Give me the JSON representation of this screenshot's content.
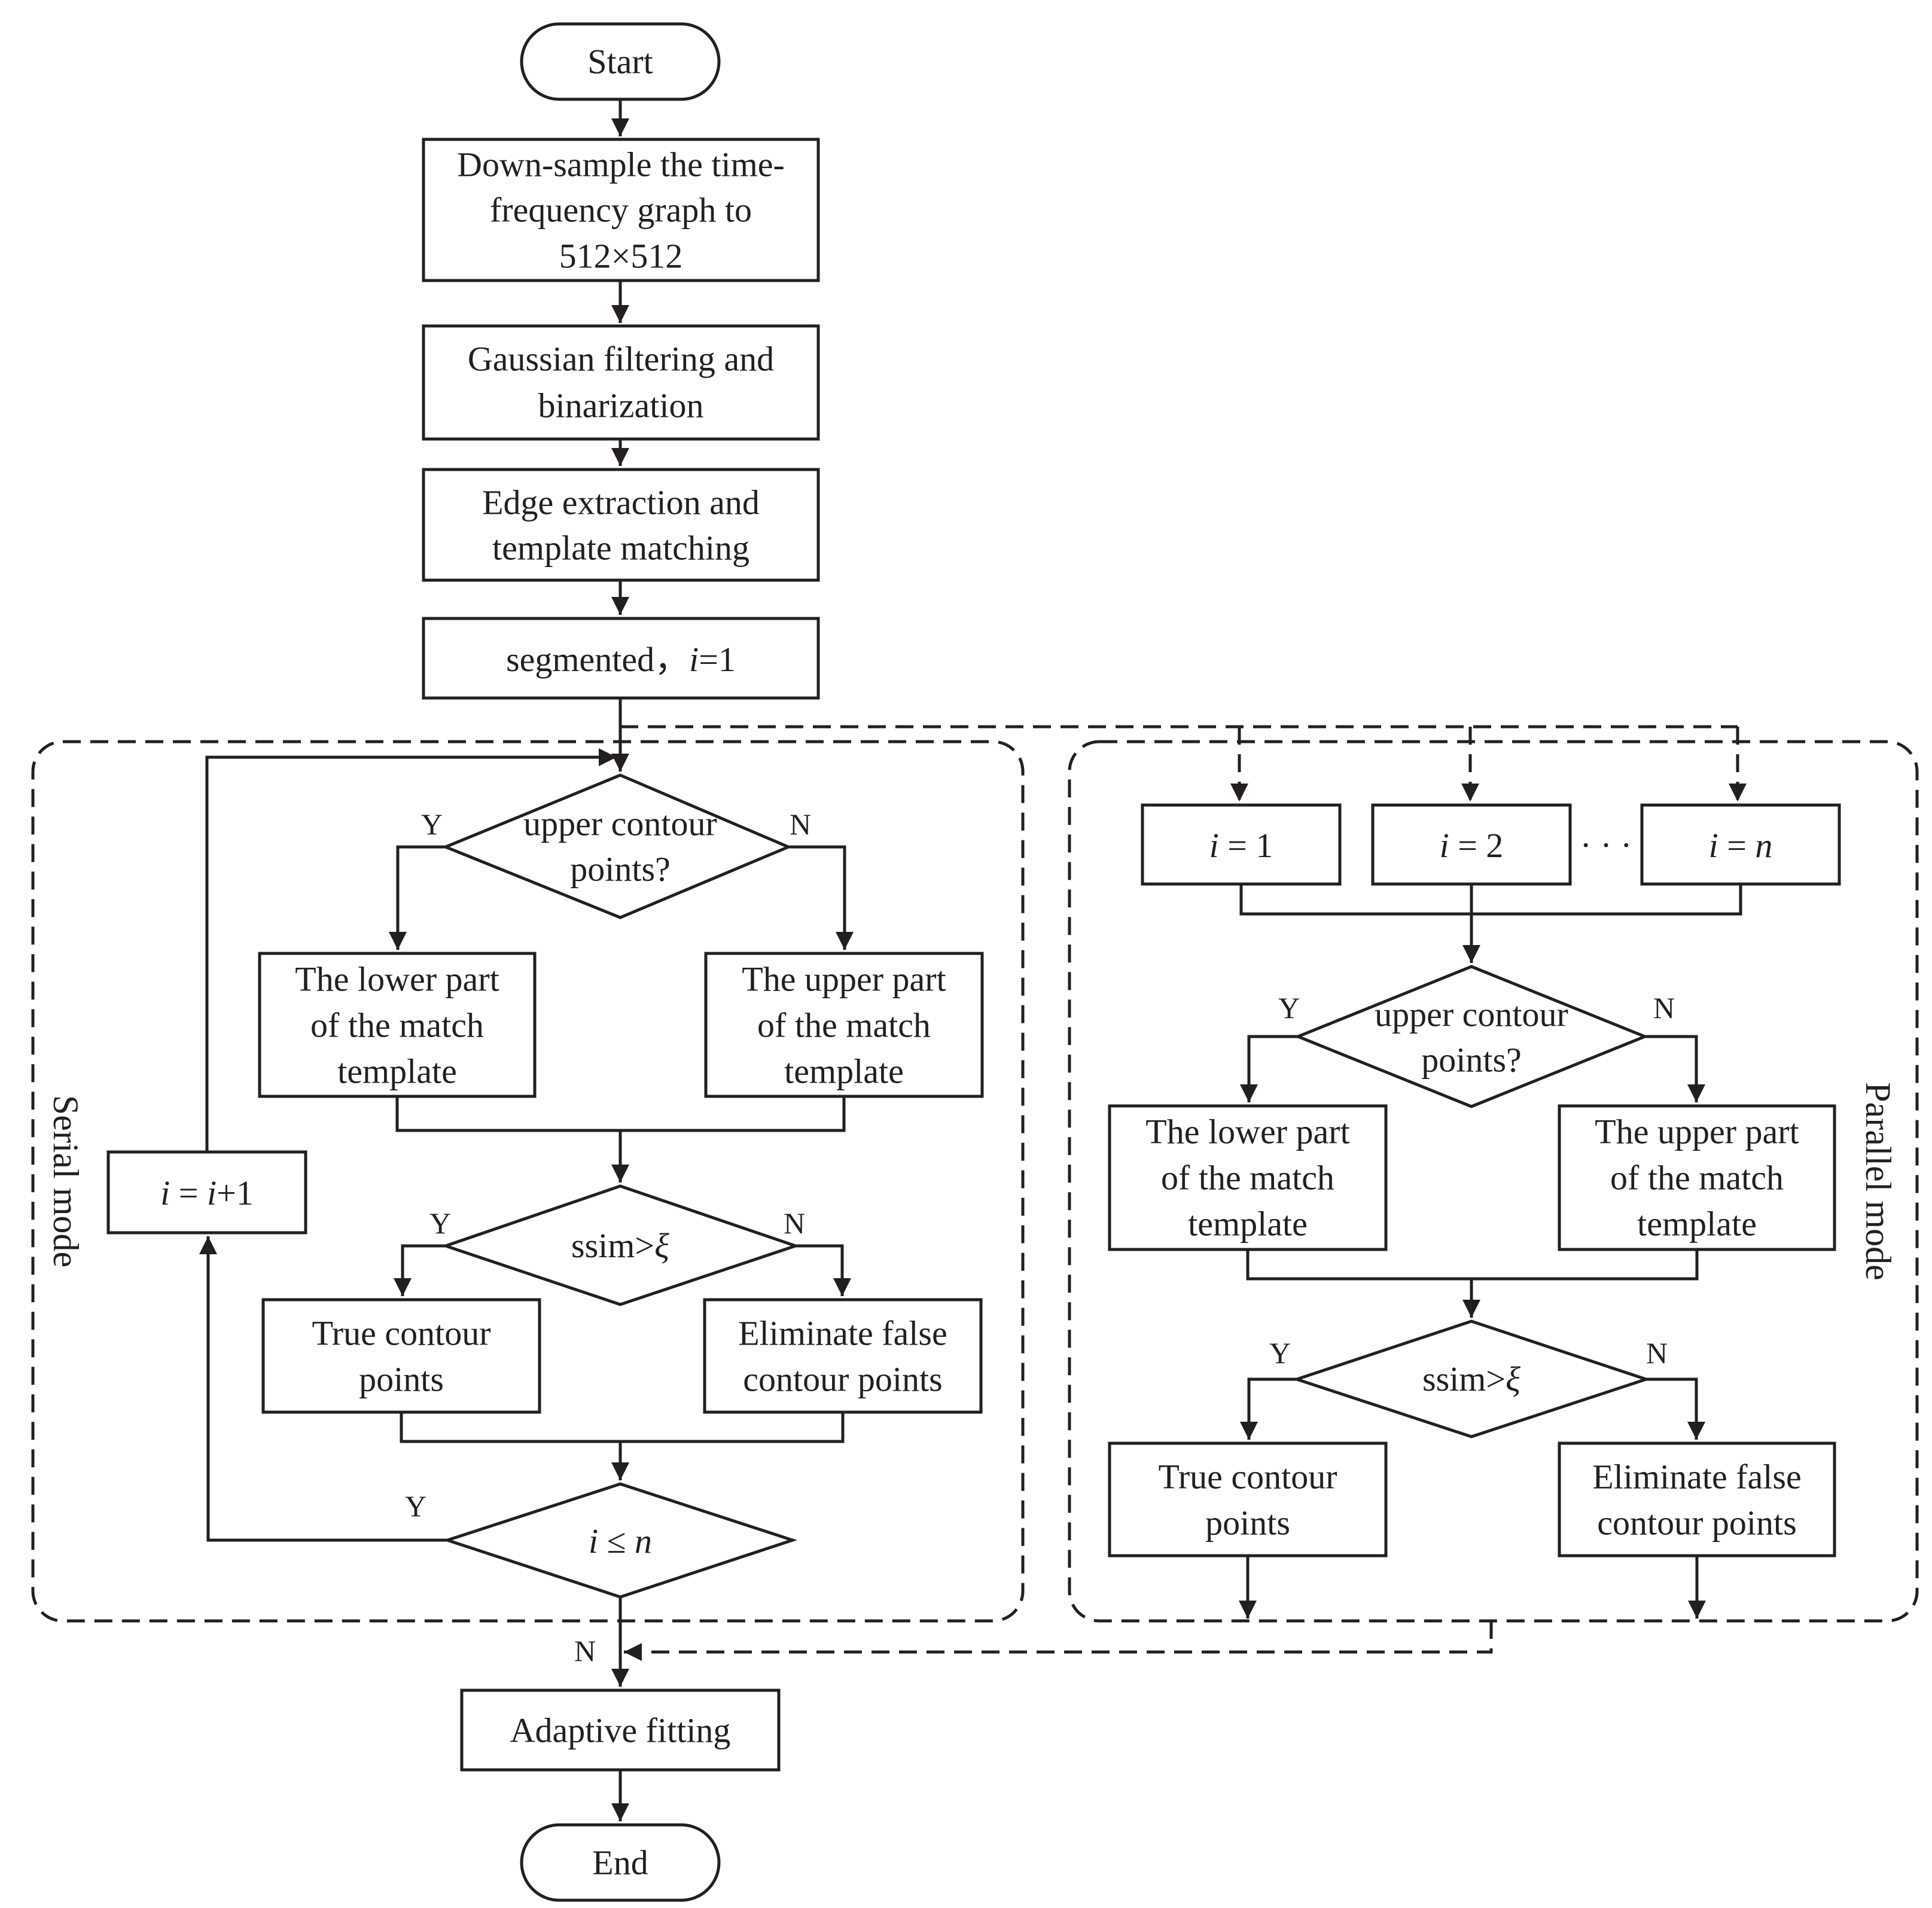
{
  "start": "Start",
  "end": "End",
  "steps": {
    "downsample": [
      "Down-sample the time-",
      "frequency graph to",
      "512×512"
    ],
    "gaussian": [
      "Gaussian filtering and",
      "binarization"
    ],
    "edge": [
      "Edge extraction and",
      "template matching"
    ],
    "segmented": {
      "text": "segmented，",
      "var": "i",
      "rest": "=1"
    },
    "adaptive": "Adaptive fitting"
  },
  "serial": {
    "label": "Serial mode",
    "decision_upper": [
      "upper contour",
      "points?"
    ],
    "lower_part": [
      "The lower part",
      "of the match",
      "template"
    ],
    "upper_part": [
      "The upper part",
      "of the match",
      "template"
    ],
    "ssim": {
      "text": "ssim>",
      "var": "ξ"
    },
    "true_points": [
      "True contour",
      "points"
    ],
    "eliminate": [
      "Eliminate false",
      "contour points"
    ],
    "loop_check": {
      "var": "i",
      "op": " ≤ ",
      "var2": "n"
    },
    "increment": {
      "var": "i",
      "op": " = ",
      "var2": "i",
      "rest": "+1"
    }
  },
  "parallel": {
    "label": "Parallel mode",
    "branches": [
      {
        "var": "i",
        "op": " = ",
        "value": "1",
        "italic": false
      },
      {
        "var": "i",
        "op": " = ",
        "value": "2",
        "italic": false
      },
      {
        "var": "i",
        "op": " = ",
        "value": "n",
        "italic": true
      }
    ],
    "ellipsis": "· · ·",
    "decision_upper": [
      "upper contour",
      "points?"
    ],
    "lower_part": [
      "The lower part",
      "of the match",
      "template"
    ],
    "upper_part": [
      "The upper part",
      "of the match",
      "template"
    ],
    "ssim": {
      "text": "ssim>",
      "var": "ξ"
    },
    "true_points": [
      "True contour",
      "points"
    ],
    "eliminate": [
      "Eliminate false",
      "contour points"
    ]
  },
  "labels": {
    "yes": "Y",
    "no": "N"
  }
}
